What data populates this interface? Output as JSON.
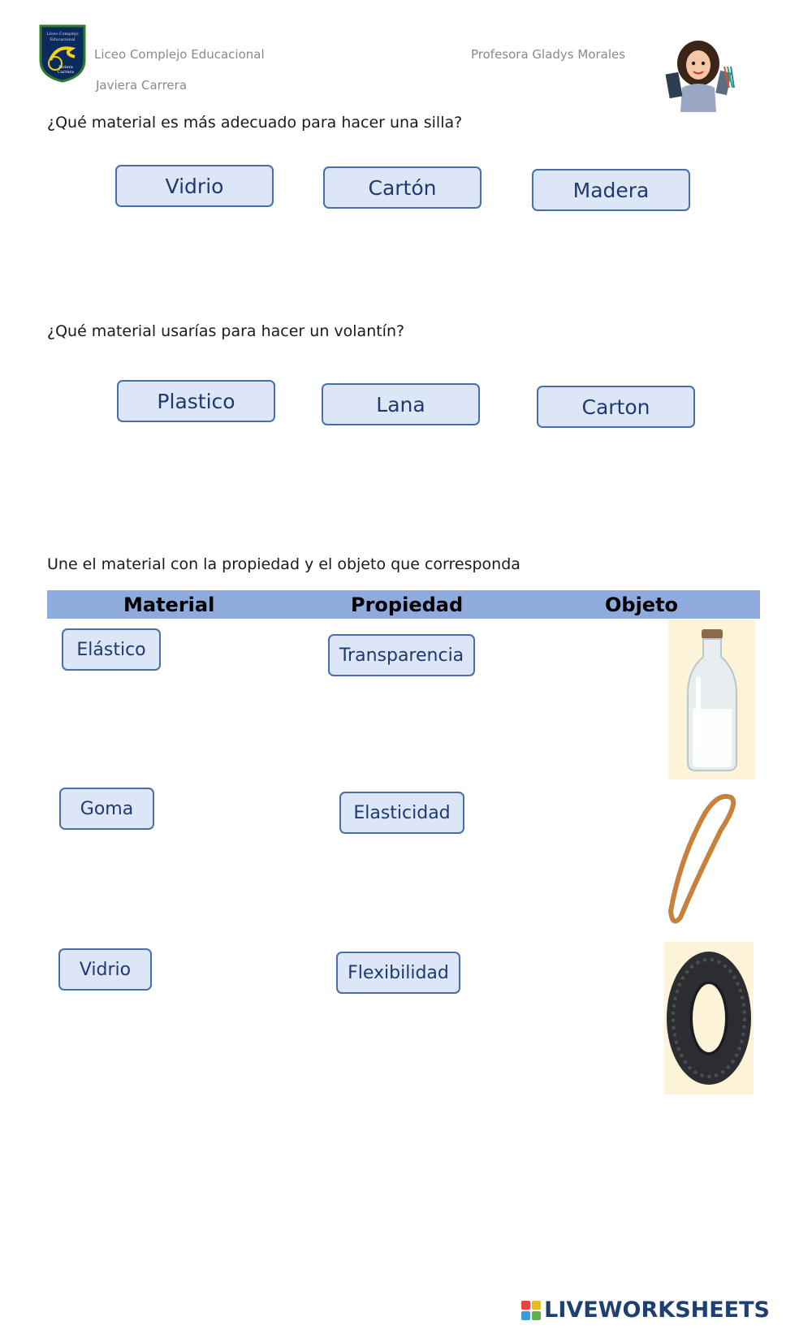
{
  "header": {
    "school": "Liceo Complejo Educacional",
    "student": "Javiera Carrera",
    "teacher": "Profesora Gladys Morales",
    "logo_lines": [
      "Liceo Complejo",
      "Educacional",
      "Javiera",
      "Carrera"
    ]
  },
  "question1": {
    "text": "¿Qué material es más adecuado para hacer una silla?",
    "options": [
      "Vidrio",
      "Cartón",
      "Madera"
    ]
  },
  "question2": {
    "text": "¿Qué material usarías para hacer un volantín?",
    "options": [
      "Plastico",
      "Lana",
      "Carton"
    ]
  },
  "matching": {
    "instruction": "Une el material con la propiedad y el objeto que corresponda",
    "headers": [
      "Material",
      "Propiedad",
      "Objeto"
    ],
    "materials": [
      "Elástico",
      "Goma",
      "Vidrio"
    ],
    "properties": [
      "Transparencia",
      "Elasticidad",
      "Flexibilidad"
    ],
    "objects": [
      "bottle-image",
      "rubber-band-image",
      "tire-image"
    ]
  },
  "footer": {
    "brand": "LIVEWORKSHEETS"
  },
  "colors": {
    "button_fill": "#dce6f7",
    "button_border": "#4a6fa8",
    "button_text": "#1f3a6e",
    "table_header": "#8faadc",
    "image_bg": "#fdf3d8"
  }
}
